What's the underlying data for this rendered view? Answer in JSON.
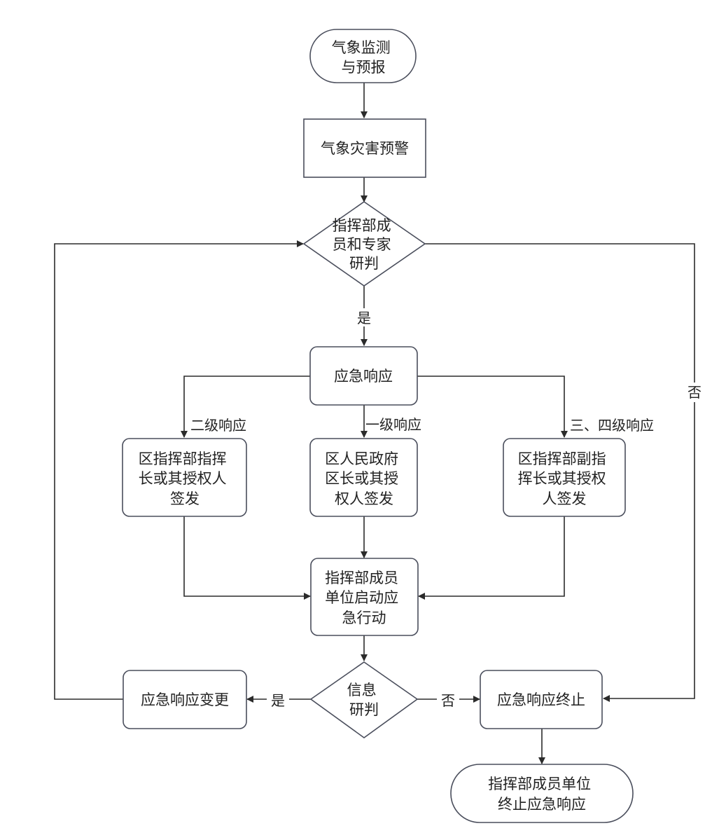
{
  "diagram": {
    "type": "flowchart",
    "colors": {
      "line": "#2b2b2b",
      "border": "#4a4e5c",
      "text": "#222222",
      "background": "#ffffff"
    },
    "nodes": [
      {
        "id": "monitor",
        "shape": "terminal",
        "lines": [
          "气象监测",
          "与预报"
        ]
      },
      {
        "id": "warning",
        "shape": "rect",
        "lines": [
          "气象灾害预警"
        ]
      },
      {
        "id": "judge",
        "shape": "diamond",
        "lines": [
          "指挥部成",
          "员和专家",
          "研判"
        ]
      },
      {
        "id": "response",
        "shape": "rounded",
        "lines": [
          "应急响应"
        ]
      },
      {
        "id": "level2",
        "shape": "rounded",
        "lines": [
          "区指挥部指挥",
          "长或其授权人",
          "签发"
        ]
      },
      {
        "id": "level1",
        "shape": "rounded",
        "lines": [
          "区人民政府",
          "区长或其授",
          "权人签发"
        ]
      },
      {
        "id": "level34",
        "shape": "rounded",
        "lines": [
          "区指挥部副指",
          "挥长或其授权",
          "人签发"
        ]
      },
      {
        "id": "action",
        "shape": "rounded",
        "lines": [
          "指挥部成员",
          "单位启动应",
          "急行动"
        ]
      },
      {
        "id": "info",
        "shape": "diamond",
        "lines": [
          "信息",
          "研判"
        ]
      },
      {
        "id": "change",
        "shape": "rounded",
        "lines": [
          "应急响应变更"
        ]
      },
      {
        "id": "terminate",
        "shape": "rounded",
        "lines": [
          "应急响应终止"
        ]
      },
      {
        "id": "end",
        "shape": "terminal",
        "lines": [
          "指挥部成员单位",
          "终止应急响应"
        ]
      }
    ],
    "edges": [
      {
        "from": "monitor",
        "to": "warning",
        "label": ""
      },
      {
        "from": "warning",
        "to": "judge",
        "label": ""
      },
      {
        "from": "judge",
        "to": "response",
        "label": "是"
      },
      {
        "from": "judge",
        "to": "terminate",
        "label": "否"
      },
      {
        "from": "response",
        "to": "level2",
        "label": "二级响应"
      },
      {
        "from": "response",
        "to": "level1",
        "label": "一级响应"
      },
      {
        "from": "response",
        "to": "level34",
        "label": "三、四级响应"
      },
      {
        "from": "level2",
        "to": "action",
        "label": ""
      },
      {
        "from": "level1",
        "to": "action",
        "label": ""
      },
      {
        "from": "level34",
        "to": "action",
        "label": ""
      },
      {
        "from": "action",
        "to": "info",
        "label": ""
      },
      {
        "from": "info",
        "to": "change",
        "label": "是"
      },
      {
        "from": "info",
        "to": "terminate",
        "label": "否"
      },
      {
        "from": "change",
        "to": "judge",
        "label": ""
      },
      {
        "from": "terminate",
        "to": "end",
        "label": ""
      }
    ]
  }
}
